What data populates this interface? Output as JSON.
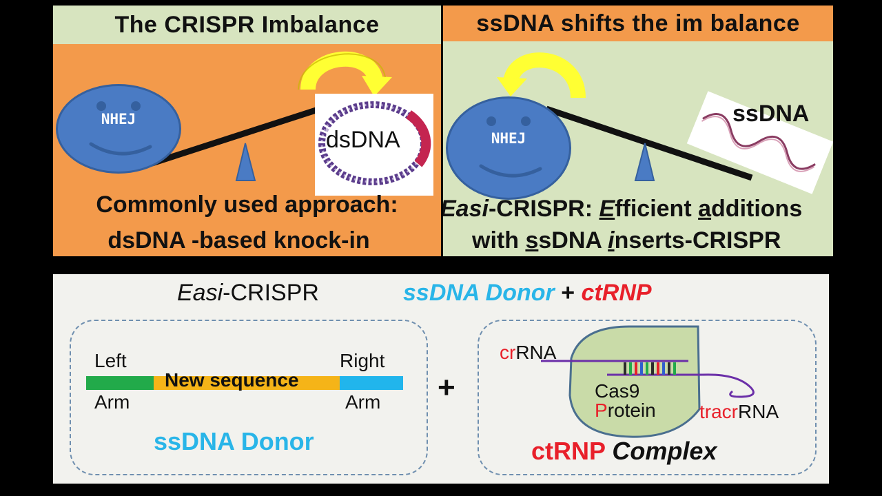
{
  "left_panel": {
    "title": "The  CRISPR Imbalance",
    "face_label": "NHEJ",
    "dsdna_label": "dsDNA",
    "caption_line1": "Commonly used approach:",
    "caption_line2": "dsDNA -based knock-in",
    "colors": {
      "background": "#f39a4b",
      "title_bar": "#d7e4bf",
      "face": "#4a7bc4",
      "arrow": "#ffff33"
    }
  },
  "right_panel": {
    "title": "ssDNA shifts the im balance",
    "face_label": "NHEJ",
    "ssdna_label": "ssDNA",
    "caption_line1_italic": "Easi",
    "caption_line1_rest": "-CRISPR:",
    "caption_line1_E": "E",
    "caption_line1_fficient": "fficient",
    "caption_line1_a": "a",
    "caption_line1_dditions": "dditions",
    "caption_line2_with": "with",
    "caption_line2_s": "s",
    "caption_line2_sDNA": "sDNA",
    "caption_line2_i": "i",
    "caption_line2_nserts": "nserts-CRISPR",
    "colors": {
      "background": "#d7e4bf",
      "title_bar": "#f39a4b"
    }
  },
  "bottom_panel": {
    "header_italic": "Easi",
    "header_rest": "-CRISPR",
    "header_donor": "ssDNA Donor",
    "header_plus": "+",
    "header_ctrnp": "ctRNP",
    "left_arm_top": "Left",
    "left_arm_bottom": "Arm",
    "new_sequence": "New sequence",
    "right_arm_top": "Right",
    "right_arm_bottom": "Arm",
    "donor_label": "ssDNA Donor",
    "plus_sign": "+",
    "crrna_cr": "cr",
    "crrna_rna": "RNA",
    "cas9_line1": "Cas9",
    "cas9_line2_p": "P",
    "cas9_line2_rest": "rotein",
    "tracr_tracr": "tracr",
    "tracr_rna": "RNA",
    "complex_ctrnp": "ctRNP",
    "complex_word": "Complex",
    "colors": {
      "donor_blue": "#29b5e8",
      "ctrnp_red": "#e8202a",
      "left_arm": "#22aa4a",
      "new_seq": "#f5b418",
      "right_arm": "#21b5ec",
      "cas9_fill": "#c9dba8"
    }
  }
}
